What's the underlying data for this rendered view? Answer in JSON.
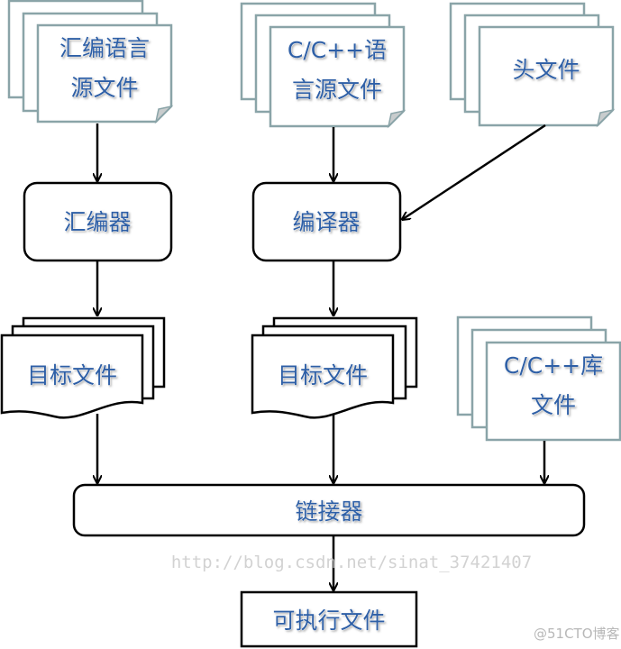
{
  "nodes": {
    "asm_source": [
      "汇编语言",
      "源文件"
    ],
    "c_source": [
      "C/C++语",
      "言源文件"
    ],
    "header": "头文件",
    "assembler": "汇编器",
    "compiler": "编译器",
    "object1": "目标文件",
    "object2": "目标文件",
    "library": [
      "C/C++库",
      "文件"
    ],
    "linker": "链接器",
    "executable": "可执行文件"
  },
  "colors": {
    "label": "#2e5fa6",
    "sheet_border": "#8aa4a8",
    "box_border": "#000000"
  },
  "watermark": {
    "url": "http://blog.csdn.net/sinat_37421407",
    "site": "@51CTO博客"
  }
}
